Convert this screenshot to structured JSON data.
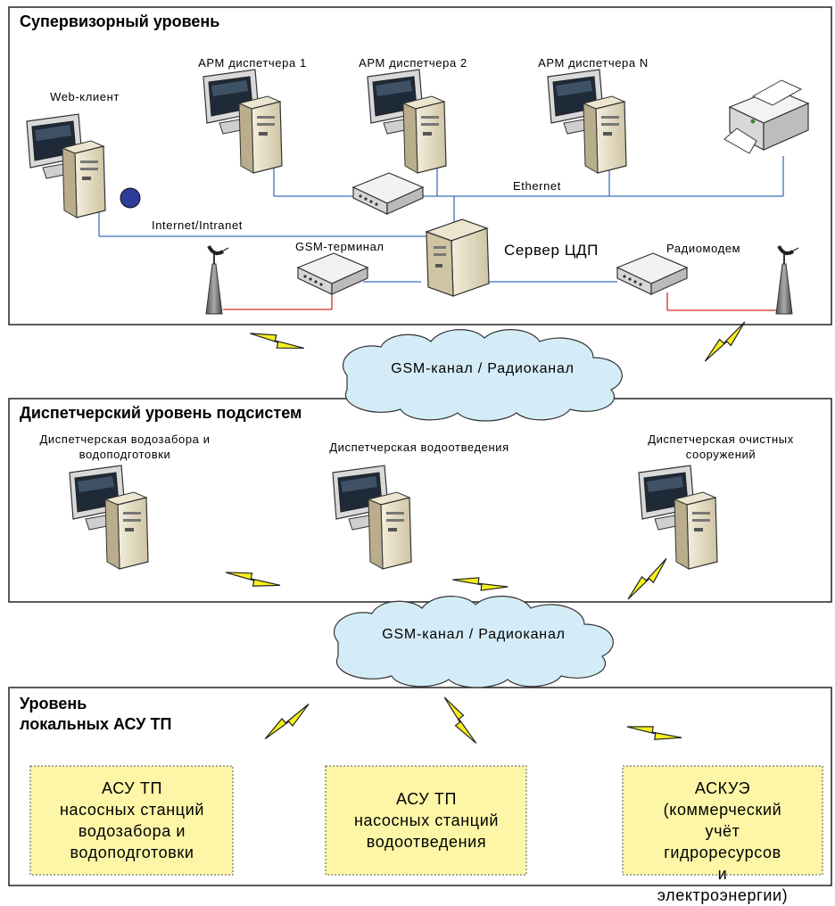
{
  "sections": {
    "supervisory": {
      "title": "Супервизорный уровень"
    },
    "dispatch": {
      "title": "Диспетчерский уровень подсистем"
    },
    "local": {
      "title_line1": "Уровень",
      "title_line2": "локальных АСУ ТП"
    }
  },
  "supervisory_nodes": {
    "web_client": "Web-клиент",
    "arm1": "АРМ диспетчера 1",
    "arm2": "АРМ диспетчера 2",
    "armN": "АРМ диспетчера N",
    "ethernet": "Ethernet",
    "internet": "Internet/Intranet",
    "gsm_terminal": "GSM-терминал",
    "server": "Сервер ЦДП",
    "radiomodem": "Радиомодем"
  },
  "clouds": {
    "upper": "GSM-канал / Радиоканал",
    "lower": "GSM-канал / Радиоканал"
  },
  "dispatch_nodes": {
    "water_intake_line1": "Диспетчерская водозабора и",
    "water_intake_line2": "водоподготовки",
    "drainage": "Диспетчерская водоотведения",
    "treatment_line1": "Диспетчерская очистных",
    "treatment_line2": "сооружений"
  },
  "local_boxes": {
    "box1": [
      "АСУ ТП",
      "насосных станций",
      "водозабора и",
      "водоподготовки"
    ],
    "box2": [
      "АСУ ТП",
      "насосных станций",
      "водоотведения"
    ],
    "box3": [
      "АСКУЭ",
      "(коммерческий учёт",
      "гидроресурсов и",
      "электроэнергии)"
    ]
  },
  "colors": {
    "cloud_fill": "#d4ecf7",
    "box_fill": "#fcf6a6",
    "lan_line": "#3e6fc0",
    "radio_line": "#d12a2a",
    "lightning": "#f7ef1e"
  }
}
